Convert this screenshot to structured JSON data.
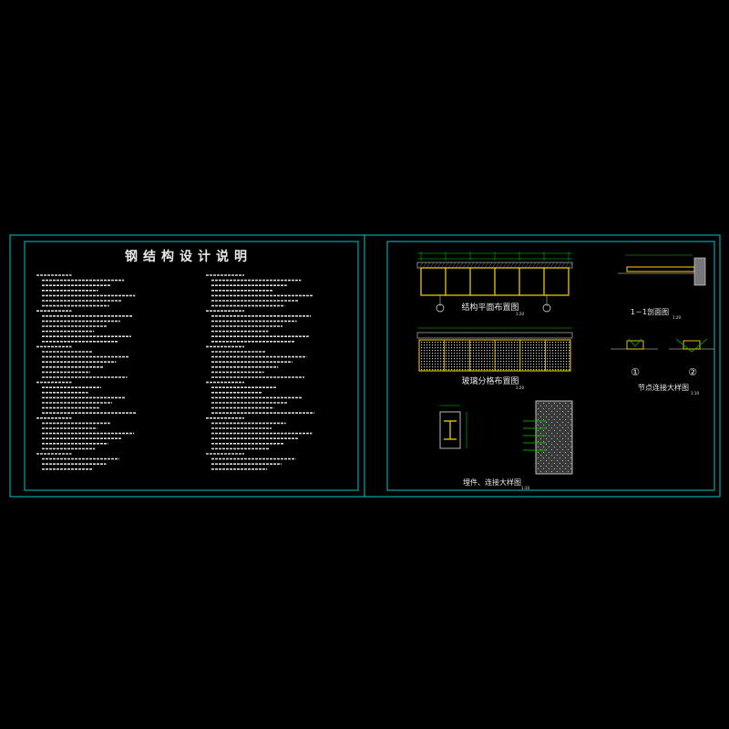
{
  "left_sheet": {
    "title": "钢结构设计说明"
  },
  "right_sheet": {
    "plan_title": "结构平面布置图",
    "plan_scale": "1:20",
    "glass_title": "玻璃分格布置图",
    "glass_scale": "1:20",
    "section_title": "1－1剖面图",
    "section_scale": "1:20",
    "node_title": "节点连接大样图",
    "node_scale": "1:10",
    "embed_title": "埋件、连接大样图",
    "embed_scale": "1:10",
    "node_markers": [
      "①",
      "②"
    ]
  },
  "colors": {
    "frame": "#00c8c8",
    "steel": "#ffd700",
    "text": "#e8e8e8",
    "dim": "#00d000",
    "hatch": "#a0a0a0"
  }
}
